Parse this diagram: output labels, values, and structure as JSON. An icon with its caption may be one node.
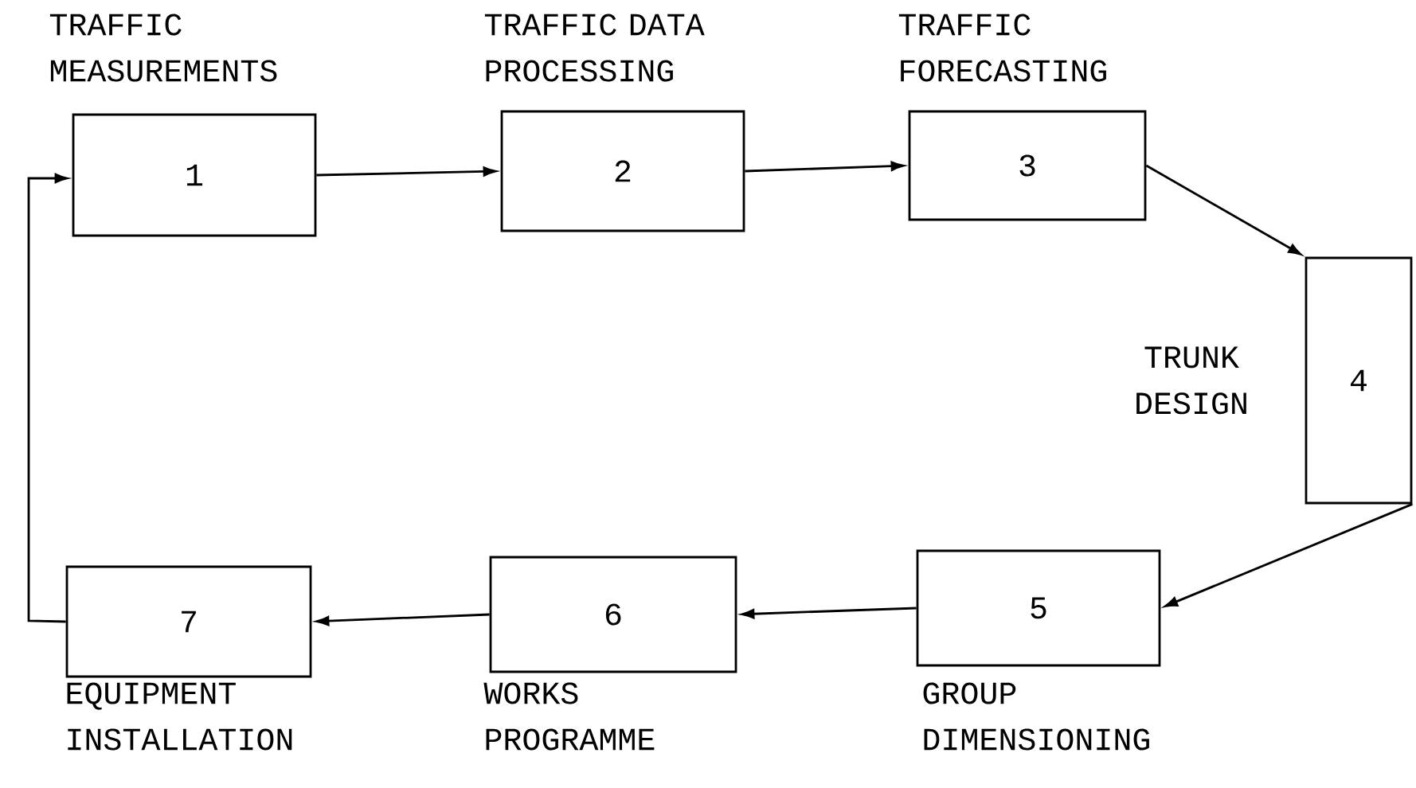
{
  "diagram": {
    "nodes": [
      {
        "text": [
          "TRAFFIC MEASUREMENTS",
          "1"
        ]
      },
      {
        "text": [
          "TRAFFIC DATA PROCESSING",
          "2"
        ]
      },
      {
        "text": [
          "TRAFFIC FORECASTING",
          "3"
        ]
      },
      {
        "text": [
          "TRUNK DESIGN",
          "4"
        ]
      },
      {
        "text": [
          "5",
          "GROUP DIMENSIONING"
        ]
      },
      {
        "text": [
          "6",
          "WORKS PROGRAMME"
        ]
      },
      {
        "text": [
          "7",
          "EQUIPMENT INSTALLATION"
        ]
      }
    ],
    "edges": [
      {
        "from": 0,
        "to": 1,
        "arrow": "to"
      },
      {
        "from": 1,
        "to": 2,
        "arrow": "to"
      },
      {
        "from": 2,
        "to": 3,
        "arrow": "to"
      },
      {
        "from": 3,
        "to": 4,
        "arrow": "to"
      },
      {
        "from": 4,
        "to": 5,
        "arrow": "to"
      },
      {
        "from": 5,
        "to": 6,
        "arrow": "to"
      },
      {
        "from": 6,
        "to": 0,
        "arrow": "to"
      }
    ]
  }
}
